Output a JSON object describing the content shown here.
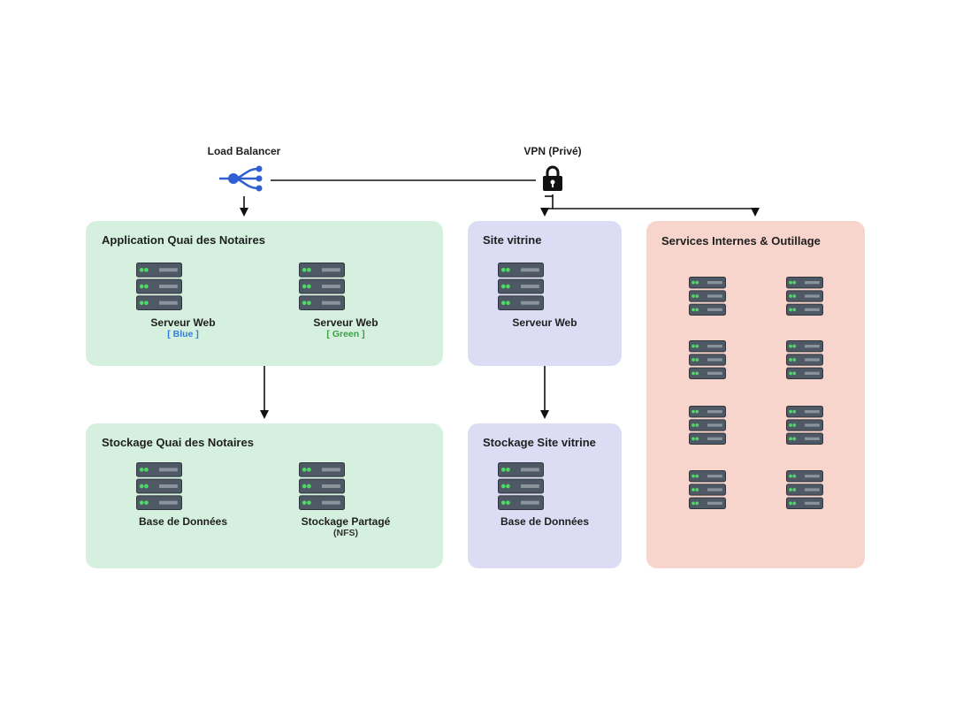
{
  "load_balancer": {
    "label": "Load Balancer"
  },
  "vpn": {
    "label": "VPN (Privé)"
  },
  "groups": {
    "app_quai": {
      "title": "Application Quai des Notaires",
      "server_blue": {
        "label": "Serveur Web",
        "tag": "[ Blue ]"
      },
      "server_green": {
        "label": "Serveur Web",
        "tag": "[ Green ]"
      }
    },
    "storage_quai": {
      "title": "Stockage Quai des Notaires",
      "database": {
        "label": "Base de Données"
      },
      "shared": {
        "label": "Stockage Partagé",
        "tag": "(NFS)"
      }
    },
    "site_vitrine": {
      "title": "Site vitrine",
      "server": {
        "label": "Serveur Web"
      }
    },
    "storage_vitrine": {
      "title": "Stockage Site vitrine",
      "database": {
        "label": "Base de Données"
      }
    },
    "internal": {
      "title": "Services Internes & Outillage"
    }
  },
  "colors": {
    "green_group": "#d5f0de",
    "purple_group": "#dcdcf4",
    "salmon_group": "#f7d5cc",
    "blue_tag": "#2f7fe0",
    "green_tag": "#3aa040",
    "server_body": "#4f5966",
    "server_led": "#4cd964",
    "load_balancer_icon": "#2f5fd0"
  }
}
